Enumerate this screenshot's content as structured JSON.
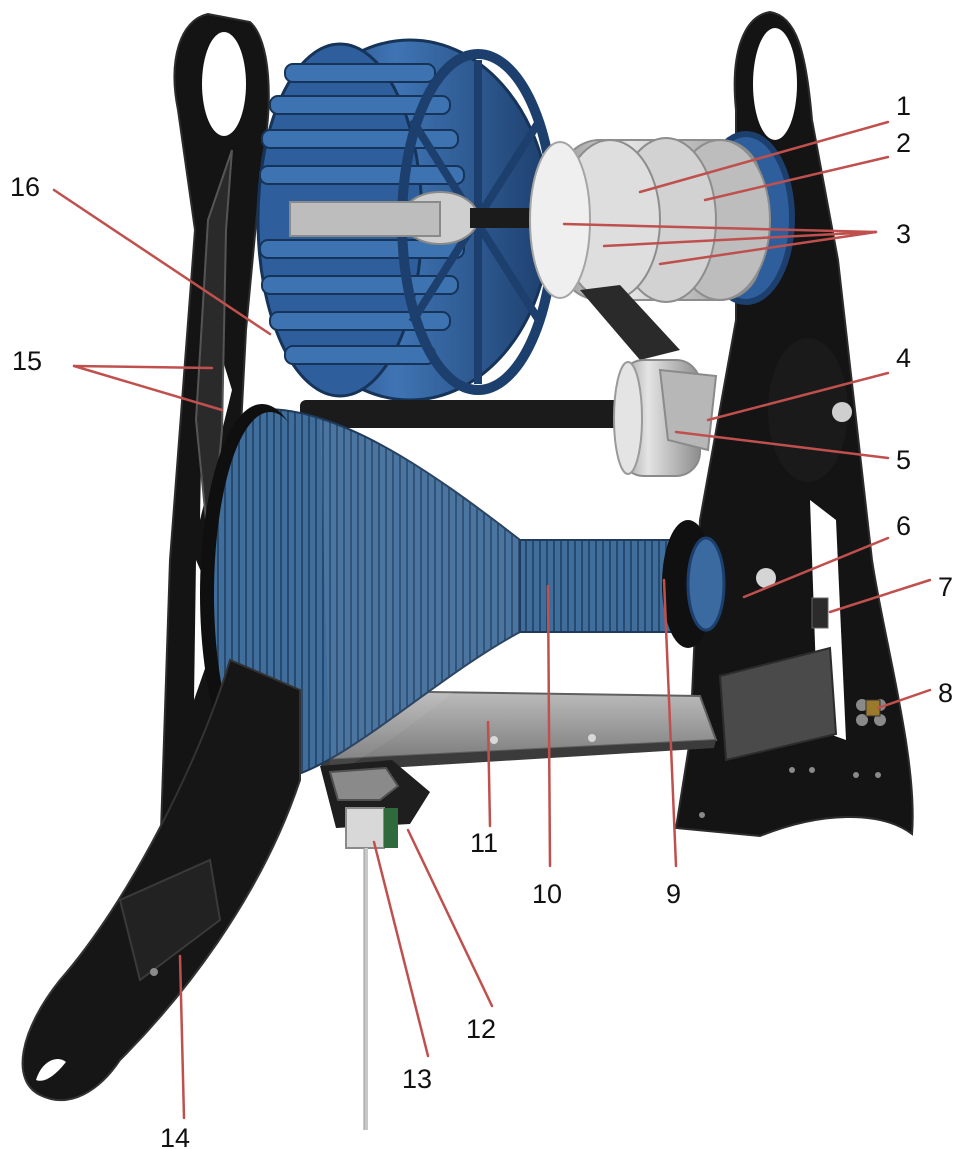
{
  "colors": {
    "frame": "#141414",
    "frame_edge": "#2c2c2c",
    "fan_blue": "#2e5f9c",
    "fan_blue_dark": "#1d3f6d",
    "drum_blue": "#3f6d9c",
    "drum_blue_dark": "#25496f",
    "pulley_grey": "#c9c9c9",
    "pulley_grey_dark": "#8d8d8d",
    "tray_grey": "#a9a9a9",
    "leader": "#c0504d",
    "label": "#111111",
    "background": "#ffffff"
  },
  "labels": {
    "l1": "1",
    "l2": "2",
    "l3": "3",
    "l4": "4",
    "l5": "5",
    "l6": "6",
    "l7": "7",
    "l8": "8",
    "l9": "9",
    "l10": "10",
    "l11": "11",
    "l12": "12",
    "l13": "13",
    "l14": "14",
    "l15": "15",
    "l16": "16"
  }
}
